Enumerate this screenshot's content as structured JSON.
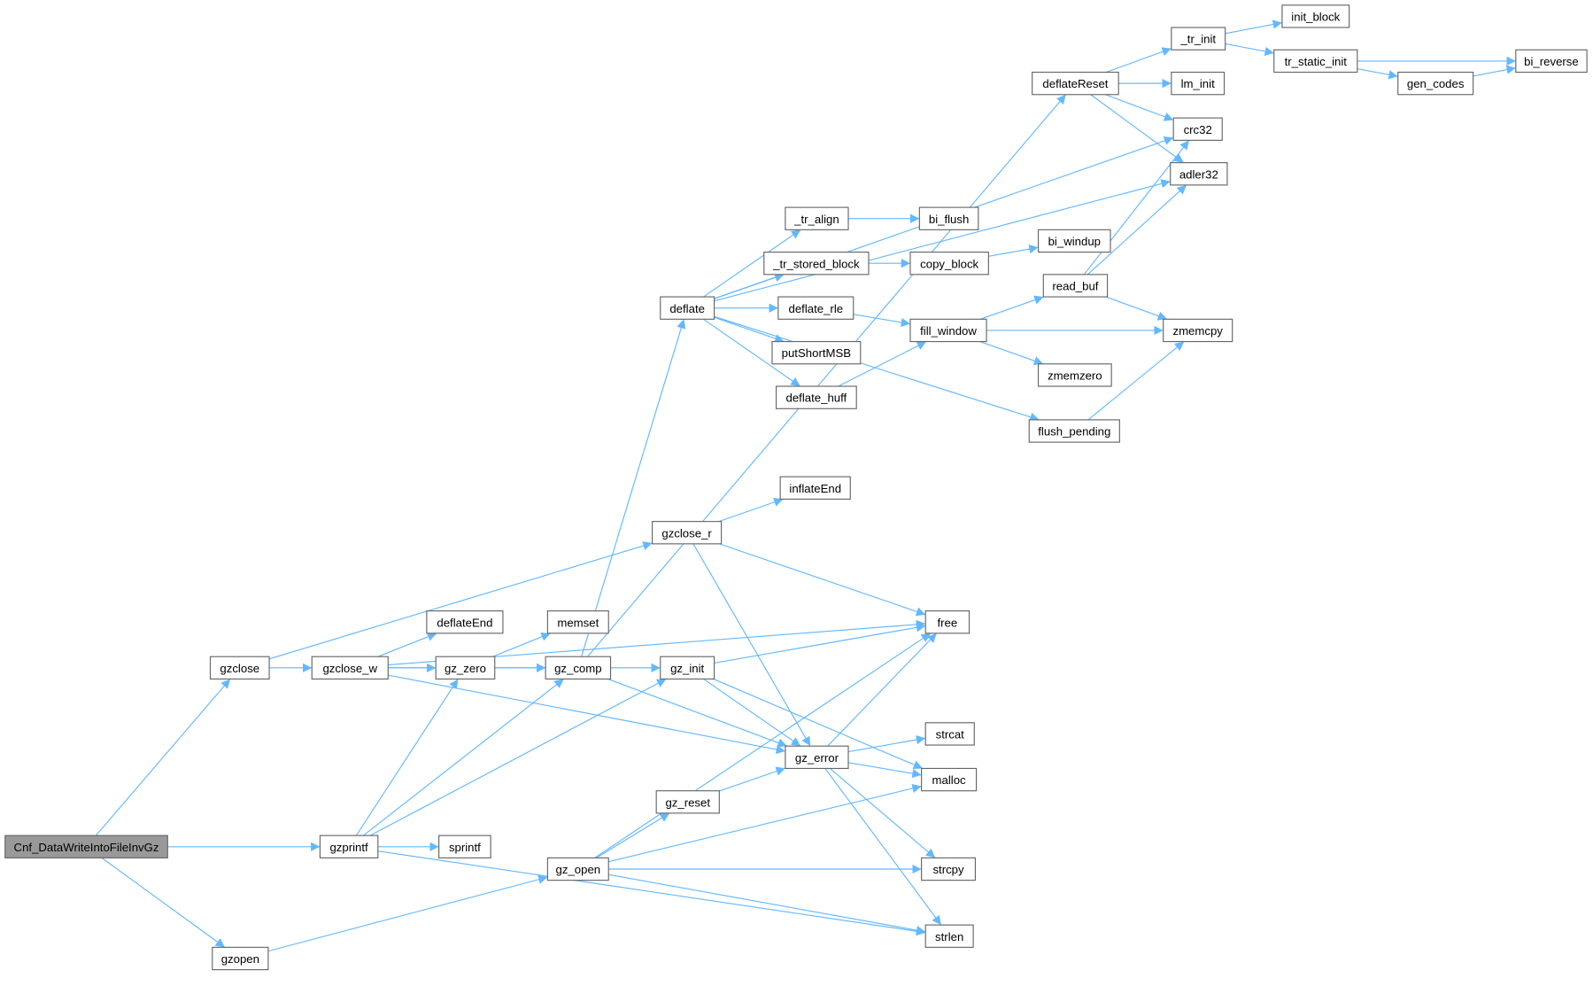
{
  "diagram": {
    "root": "Cnf_DataWriteIntoFileInvGz",
    "colors": {
      "edge": "#63b8ff",
      "root_fill": "#999999",
      "node_border": "#666666"
    },
    "nodes": [
      {
        "id": "cnf",
        "label": "Cnf_DataWriteIntoFileInvGz"
      },
      {
        "id": "gzclose",
        "label": "gzclose"
      },
      {
        "id": "gzclose_w",
        "label": "gzclose_w"
      },
      {
        "id": "deflateEnd",
        "label": "deflateEnd"
      },
      {
        "id": "gz_zero",
        "label": "gz_zero"
      },
      {
        "id": "memset",
        "label": "memset"
      },
      {
        "id": "gz_comp",
        "label": "gz_comp"
      },
      {
        "id": "gzprintf",
        "label": "gzprintf"
      },
      {
        "id": "sprintf",
        "label": "sprintf"
      },
      {
        "id": "gzopen",
        "label": "gzopen"
      },
      {
        "id": "gz_open",
        "label": "gz_open"
      },
      {
        "id": "gz_init",
        "label": "gz_init"
      },
      {
        "id": "gz_reset",
        "label": "gz_reset"
      },
      {
        "id": "gz_error",
        "label": "gz_error"
      },
      {
        "id": "gzclose_r",
        "label": "gzclose_r"
      },
      {
        "id": "inflateEnd",
        "label": "inflateEnd"
      },
      {
        "id": "free",
        "label": "free"
      },
      {
        "id": "strcat",
        "label": "strcat"
      },
      {
        "id": "malloc",
        "label": "malloc"
      },
      {
        "id": "strcpy",
        "label": "strcpy"
      },
      {
        "id": "strlen",
        "label": "strlen"
      },
      {
        "id": "deflate",
        "label": "deflate"
      },
      {
        "id": "deflateReset",
        "label": "deflateReset"
      },
      {
        "id": "crc32",
        "label": "crc32"
      },
      {
        "id": "adler32",
        "label": "adler32"
      },
      {
        "id": "_tr_align",
        "label": "_tr_align"
      },
      {
        "id": "bi_flush",
        "label": "bi_flush"
      },
      {
        "id": "_tr_stored_block",
        "label": "_tr_stored_block"
      },
      {
        "id": "copy_block",
        "label": "copy_block"
      },
      {
        "id": "bi_windup",
        "label": "bi_windup"
      },
      {
        "id": "deflate_rle",
        "label": "deflate_rle"
      },
      {
        "id": "fill_window",
        "label": "fill_window"
      },
      {
        "id": "read_buf",
        "label": "read_buf"
      },
      {
        "id": "zmemcpy",
        "label": "zmemcpy"
      },
      {
        "id": "zmemzero",
        "label": "zmemzero"
      },
      {
        "id": "putShortMSB",
        "label": "putShortMSB"
      },
      {
        "id": "deflate_huff",
        "label": "deflate_huff"
      },
      {
        "id": "flush_pending",
        "label": "flush_pending"
      },
      {
        "id": "_tr_init",
        "label": "_tr_init"
      },
      {
        "id": "lm_init",
        "label": "lm_init"
      },
      {
        "id": "init_block",
        "label": "init_block"
      },
      {
        "id": "tr_static_init",
        "label": "tr_static_init"
      },
      {
        "id": "gen_codes",
        "label": "gen_codes"
      },
      {
        "id": "bi_reverse",
        "label": "bi_reverse"
      }
    ],
    "edges": [
      [
        "cnf",
        "gzclose"
      ],
      [
        "cnf",
        "gzprintf"
      ],
      [
        "cnf",
        "gzopen"
      ],
      [
        "gzclose",
        "gzclose_w"
      ],
      [
        "gzclose",
        "gzclose_r"
      ],
      [
        "gzclose_w",
        "deflateEnd"
      ],
      [
        "gzclose_w",
        "gz_zero"
      ],
      [
        "gzclose_w",
        "gz_comp"
      ],
      [
        "gzclose_w",
        "gz_error"
      ],
      [
        "gzclose_w",
        "free"
      ],
      [
        "gz_zero",
        "memset"
      ],
      [
        "gz_zero",
        "gz_comp"
      ],
      [
        "gz_comp",
        "gz_init"
      ],
      [
        "gz_comp",
        "deflate"
      ],
      [
        "gz_comp",
        "deflateReset"
      ],
      [
        "gz_comp",
        "gz_error"
      ],
      [
        "gzprintf",
        "sprintf"
      ],
      [
        "gzprintf",
        "gz_zero"
      ],
      [
        "gzprintf",
        "gz_comp"
      ],
      [
        "gzprintf",
        "gz_init"
      ],
      [
        "gzprintf",
        "strlen"
      ],
      [
        "gzopen",
        "gz_open"
      ],
      [
        "gz_open",
        "gz_reset"
      ],
      [
        "gz_open",
        "free"
      ],
      [
        "gz_open",
        "malloc"
      ],
      [
        "gz_open",
        "strcpy"
      ],
      [
        "gz_open",
        "strlen"
      ],
      [
        "gz_init",
        "free"
      ],
      [
        "gz_init",
        "gz_error"
      ],
      [
        "gz_init",
        "malloc"
      ],
      [
        "gz_reset",
        "gz_error"
      ],
      [
        "gz_error",
        "free"
      ],
      [
        "gz_error",
        "strcat"
      ],
      [
        "gz_error",
        "malloc"
      ],
      [
        "gz_error",
        "strcpy"
      ],
      [
        "gz_error",
        "strlen"
      ],
      [
        "gzclose_r",
        "inflateEnd"
      ],
      [
        "gzclose_r",
        "free"
      ],
      [
        "gzclose_r",
        "gz_error"
      ],
      [
        "deflate",
        "crc32"
      ],
      [
        "deflate",
        "adler32"
      ],
      [
        "deflate",
        "_tr_align"
      ],
      [
        "deflate",
        "_tr_stored_block"
      ],
      [
        "deflate",
        "deflate_rle"
      ],
      [
        "deflate",
        "putShortMSB"
      ],
      [
        "deflate",
        "deflate_huff"
      ],
      [
        "deflate",
        "flush_pending"
      ],
      [
        "_tr_align",
        "bi_flush"
      ],
      [
        "_tr_stored_block",
        "copy_block"
      ],
      [
        "copy_block",
        "bi_windup"
      ],
      [
        "deflate_rle",
        "fill_window"
      ],
      [
        "deflate_huff",
        "fill_window"
      ],
      [
        "fill_window",
        "read_buf"
      ],
      [
        "fill_window",
        "zmemcpy"
      ],
      [
        "fill_window",
        "zmemzero"
      ],
      [
        "read_buf",
        "crc32"
      ],
      [
        "read_buf",
        "adler32"
      ],
      [
        "read_buf",
        "zmemcpy"
      ],
      [
        "flush_pending",
        "zmemcpy"
      ],
      [
        "deflateReset",
        "_tr_init"
      ],
      [
        "deflateReset",
        "lm_init"
      ],
      [
        "deflateReset",
        "crc32"
      ],
      [
        "deflateReset",
        "adler32"
      ],
      [
        "_tr_init",
        "init_block"
      ],
      [
        "_tr_init",
        "tr_static_init"
      ],
      [
        "tr_static_init",
        "bi_reverse"
      ],
      [
        "tr_static_init",
        "gen_codes"
      ],
      [
        "gen_codes",
        "bi_reverse"
      ]
    ]
  }
}
